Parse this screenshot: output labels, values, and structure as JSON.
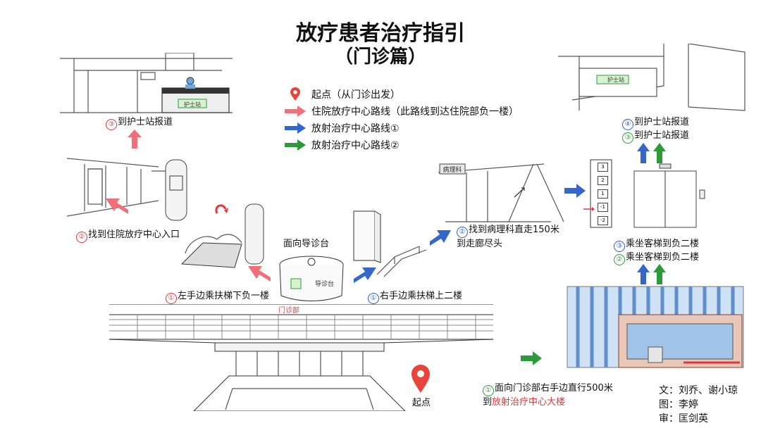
{
  "title": {
    "line1": "放疗患者治疗指引",
    "line2": "（门诊篇）"
  },
  "legend": {
    "start": "起点（从门诊出发）",
    "red": "住院放疗中心路线（此路线到达住院部负一楼）",
    "blue": "放射治疗中心路线①",
    "green": "放射治疗中心路线②"
  },
  "captions": {
    "nurse_top_left_num": "③",
    "nurse_top_left": "到护士站报道",
    "inpatient_entrance_num": "②",
    "inpatient_entrance": "找到住院放疗中心入口",
    "guide_desk": "面向导诊台",
    "left_escalator_num": "①",
    "left_escalator": "左手边乘扶梯下负一楼",
    "right_escalator_num": "①",
    "right_escalator": "右手边乘扶梯上二楼",
    "pathology_num": "②",
    "pathology_line1": "找到病理科直走150米",
    "pathology_line2": "到走廊尽头",
    "nurse_right_blue_num": "④",
    "nurse_right_blue": "到护士站报道",
    "nurse_right_green_num": "③",
    "nurse_right_green": "到护士站报道",
    "elevator_blue_num": "③",
    "elevator_blue": "乘坐客梯到负二楼",
    "elevator_green_num": "②",
    "elevator_green": "乘坐客梯到负二楼",
    "outpatient_num": "①",
    "outpatient_line1": "面向门诊部右手边直行500米",
    "outpatient_line2a": "到",
    "outpatient_line2b": "放射治疗中心大楼",
    "start_label": "起点"
  },
  "sketch_labels": {
    "nurse_desk_left": "护士站",
    "nurse_desk_right": "护士站",
    "reception": "导诊台",
    "pathology": "病理科",
    "outpatient_sign": "门诊部"
  },
  "elevator_buttons": [
    "3",
    "2",
    "1",
    "-1",
    "-2"
  ],
  "credits": {
    "text": "文：刘乔、谢小琼",
    "image": "图：李婷",
    "review": "审：匡剑英"
  },
  "colors": {
    "red": "#e0383b",
    "blue": "#2f5fc4",
    "green": "#2d9a3a",
    "pin": "#e8443a"
  }
}
